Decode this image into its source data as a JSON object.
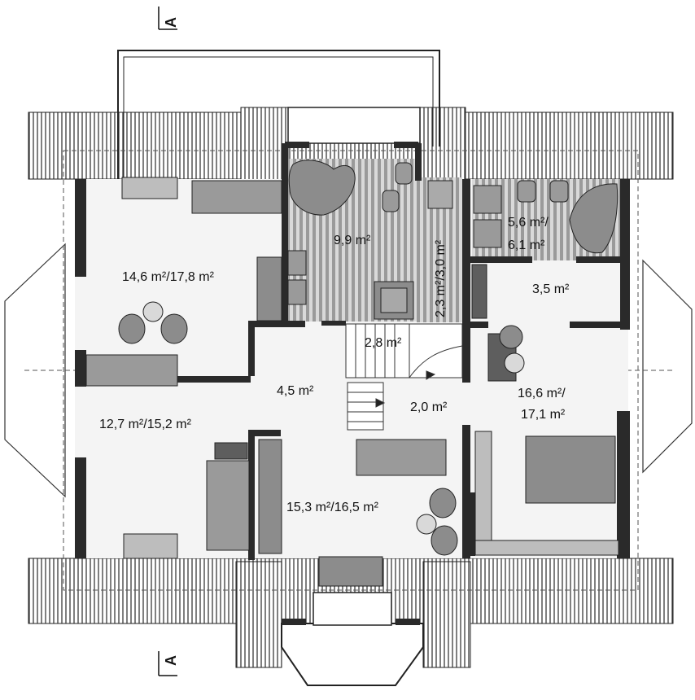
{
  "section_marker": "A",
  "rooms": [
    {
      "id": "study-top-left",
      "label": "14,6 m²/17,8 m²"
    },
    {
      "id": "bathroom-main",
      "label": "9,9 m²"
    },
    {
      "id": "wc-strip",
      "label": "2,3 m²/3,0 m²"
    },
    {
      "id": "bathroom-right",
      "label_line1": "5,6 m²/",
      "label_line2": "6,1 m²"
    },
    {
      "id": "closet",
      "label": "3,5 m²"
    },
    {
      "id": "stair-landing",
      "label": "2,8 m²"
    },
    {
      "id": "hall",
      "label": "4,5 m²"
    },
    {
      "id": "corridor",
      "label": "2,0 m²"
    },
    {
      "id": "bedroom-right",
      "label_line1": "16,6 m²/",
      "label_line2": "17,1 m²"
    },
    {
      "id": "room-left",
      "label": "12,7 m²/15,2 m²"
    },
    {
      "id": "room-bottom",
      "label": "15,3 m²/16,5 m²"
    }
  ],
  "colors": {
    "wall": "#2a2a2a",
    "roof_hatch": "#4a4a4a",
    "floor": "#f4f4f4",
    "bath_stripe": "#9a9a9a",
    "furniture": "#8c8c8c",
    "furniture_dark": "#5e5e5e"
  }
}
